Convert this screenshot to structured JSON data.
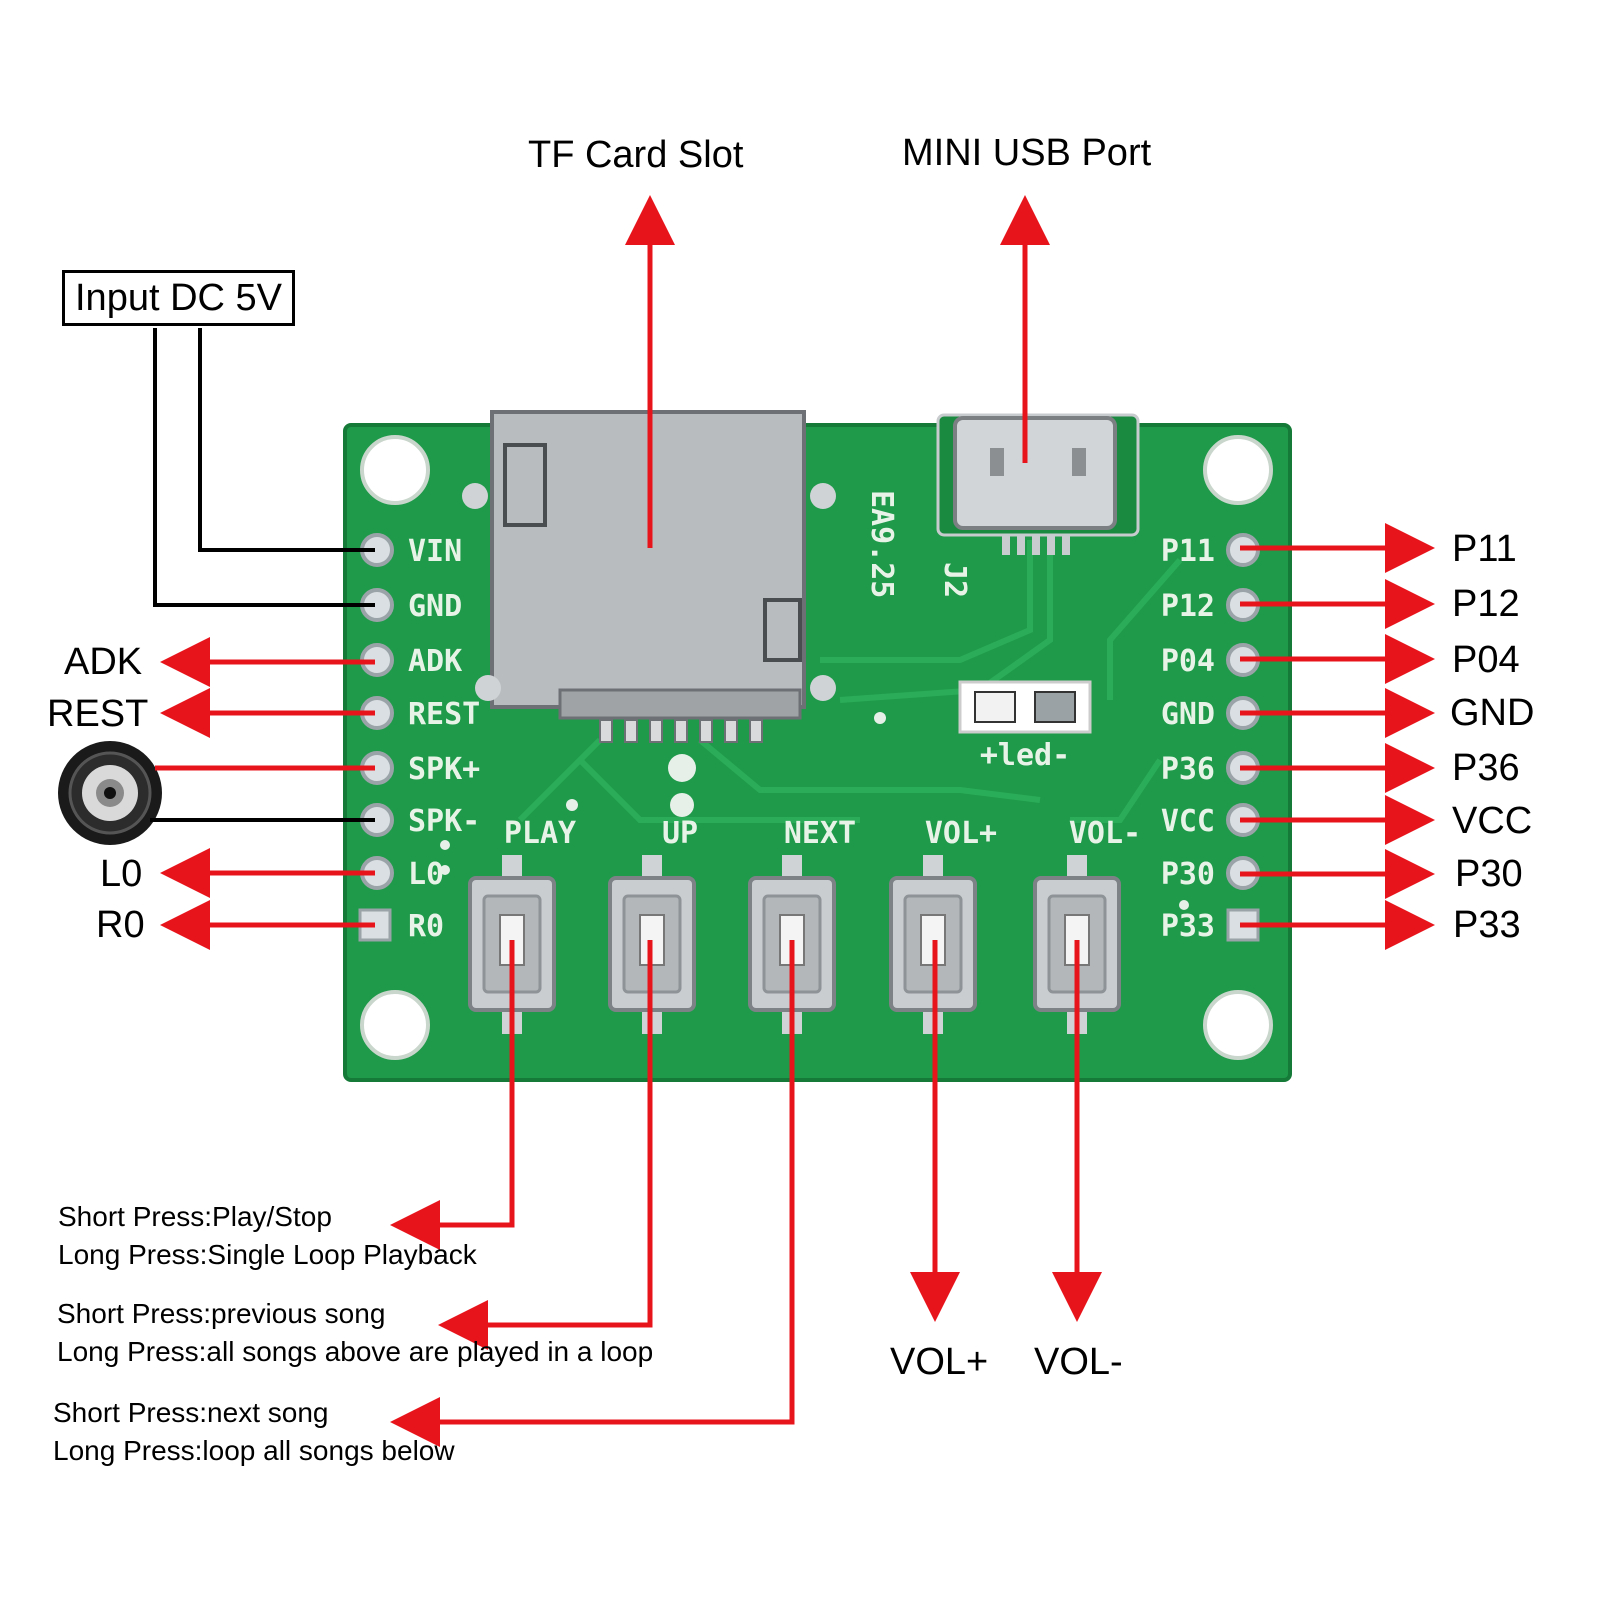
{
  "labels": {
    "tf_card_slot": "TF Card Slot",
    "mini_usb_port": "MINI USB Port",
    "input_dc": "Input DC 5V",
    "adk": "ADK",
    "rest": "REST",
    "lo": "L0",
    "ro": "R0",
    "right_pins": [
      "P11",
      "P12",
      "P04",
      "GND",
      "P36",
      "VCC",
      "P30",
      "P33"
    ],
    "vol_plus": "VOL+",
    "vol_minus": "VOL-"
  },
  "notes": {
    "play": [
      "Short Press:Play/Stop",
      "Long Press:Single Loop Playback"
    ],
    "up": [
      "Short Press:previous song",
      "Long Press:all songs above are played in a loop"
    ],
    "next": [
      "Short Press:next song",
      "Long Press:loop all songs below"
    ]
  },
  "silkscreen": {
    "left_pins": [
      "VIN",
      "GND",
      "ADK",
      "REST",
      "SPK+",
      "SPK-",
      "L0",
      "R0"
    ],
    "right_pins": [
      "P11",
      "P12",
      "P04",
      "GND",
      "P36",
      "VCC",
      "P30",
      "P33"
    ],
    "buttons": [
      "PLAY",
      "UP",
      "NEXT",
      "VOL+",
      "VOL-"
    ],
    "model": "EA9.25",
    "led": "+led-",
    "j2": "J2"
  },
  "colors": {
    "pcb": "#1f9a4a",
    "arrow": "#e8141c",
    "wire": "#000000"
  }
}
